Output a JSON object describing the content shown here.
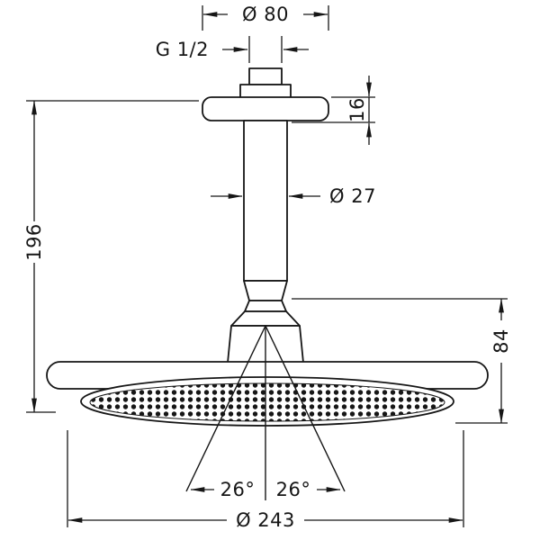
{
  "page": {
    "background": "#ffffff",
    "ink": "#161616",
    "kind": "technical-dimension-drawing",
    "subject": "ceiling-mounted overhead shower"
  },
  "dimensions": {
    "top_diameter": "Ø 80",
    "thread_size": "G 1/2",
    "flange_height": "16",
    "pipe_diameter": "Ø 27",
    "install_height": "196",
    "head_height": "84",
    "spray_angle_left": "26°",
    "spray_angle_right": "26°",
    "head_diameter": "Ø 243"
  }
}
